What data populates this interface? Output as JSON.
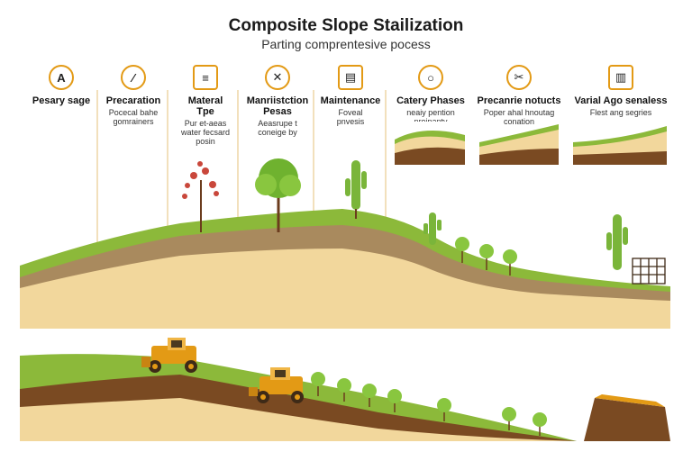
{
  "header": {
    "title": "Composite Slope Stailization",
    "subtitle": "Parting comprentesive pocess"
  },
  "stages": [
    {
      "label": "Pesary sage",
      "desc": "",
      "icon": "letter-a-icon",
      "glyph": "A"
    },
    {
      "label": "Precaration",
      "desc": "Pocecal bahe\ngomrainers",
      "icon": "tool-icon",
      "glyph": "⁄"
    },
    {
      "label": "Materal\nTpe",
      "desc": "Pur et-aeas\nwater fecsard\nposin",
      "icon": "material-icon",
      "glyph": "≡"
    },
    {
      "label": "Manriistction\nPesas",
      "desc": "Aeasrupe t\nconeige by",
      "icon": "cross-tools-icon",
      "glyph": "✕"
    },
    {
      "label": "Maintenance",
      "desc": "Foveal\npnvesis",
      "icon": "document-icon",
      "glyph": "▤"
    },
    {
      "label": "Catery Phases",
      "desc": "neaiy pention\nproipanty",
      "icon": "circle-icon",
      "glyph": "○"
    },
    {
      "label": "Precanrie notucts",
      "desc": "Poper ahal hnoutag\nconation",
      "icon": "scissors-icon",
      "glyph": "✂"
    },
    {
      "label": "Varial Ago senaless",
      "desc": "Flest ang segries",
      "icon": "columns-icon",
      "glyph": "▥"
    }
  ],
  "colors": {
    "grass": "#8cb93a",
    "soil": "#a98a5e",
    "sand": "#f2d79c",
    "deep_soil": "#7a4a22",
    "accent": "#e39a15",
    "tree_green": "#6fb22f",
    "cactus": "#7ab53a",
    "machine": "#e39a15"
  }
}
